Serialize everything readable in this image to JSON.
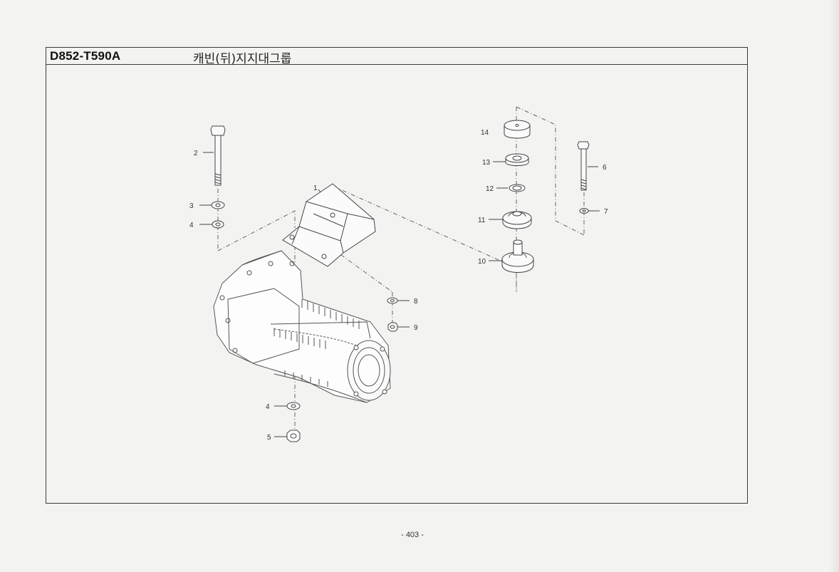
{
  "header": {
    "code": "D852-T590A",
    "title": "캐빈(뒤)지지대그룹"
  },
  "callouts": {
    "c1": "1",
    "c2": "2",
    "c3": "3",
    "c4a": "4",
    "c4b": "4",
    "c5": "5",
    "c6": "6",
    "c7": "7",
    "c8": "8",
    "c9": "9",
    "c10": "10",
    "c11": "11",
    "c12": "12",
    "c13": "13",
    "c14": "14"
  },
  "page_number": "- 403 -"
}
